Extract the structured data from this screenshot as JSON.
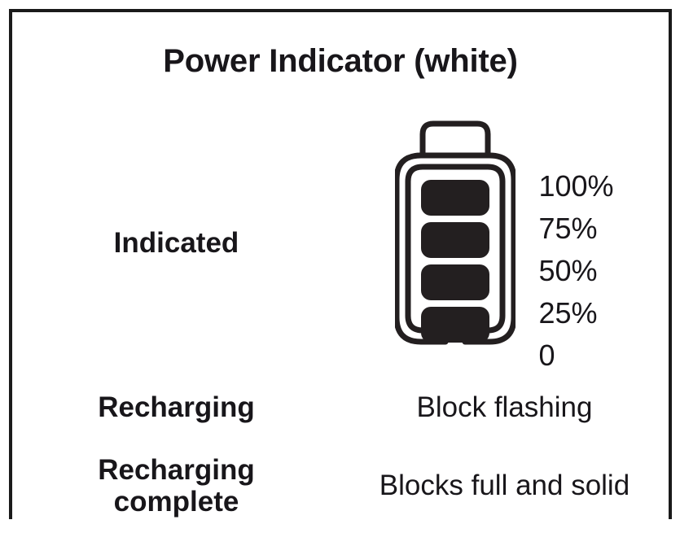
{
  "table": {
    "header": {
      "title": "Power Indicator (white)"
    },
    "rows": [
      {
        "label": "Indicated",
        "value_type": "battery-diagram",
        "battery": {
          "icon_name": "battery-level-icon",
          "block_count": 4,
          "levels": [
            "100%",
            "75%",
            "50%",
            "25%",
            "0"
          ]
        }
      },
      {
        "label": "Recharging",
        "value_type": "text",
        "value": "Block flashing"
      },
      {
        "label": "Recharging complete",
        "label_line1": "Recharging",
        "label_line2": "complete",
        "value_type": "text",
        "value": "Blocks full and solid"
      }
    ]
  },
  "colors": {
    "ink": "#1a1a1a",
    "text": "#18161a",
    "paper": "#ffffff",
    "block_fill": "#231f20"
  }
}
